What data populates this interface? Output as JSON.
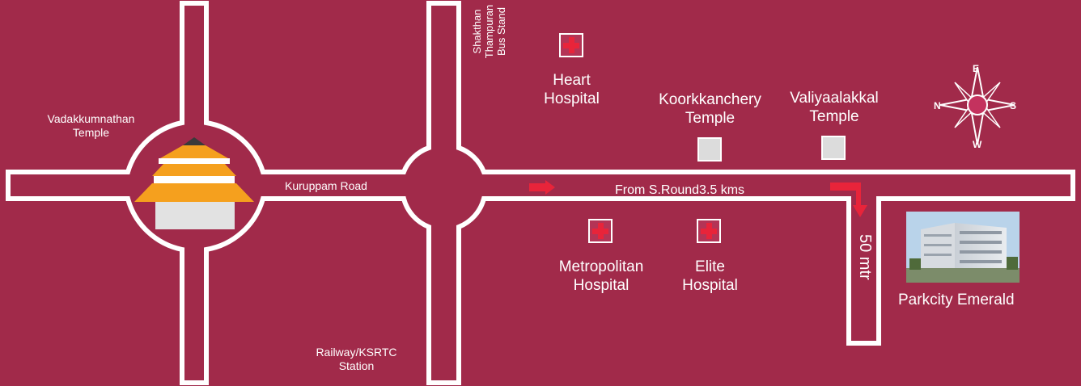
{
  "labels": {
    "vadakkumnathan": [
      "Vadakkumnathan",
      "Temple"
    ],
    "kuruppam_road": "Kuruppam Road",
    "shakthan": [
      "Shakthan",
      "Thampuran",
      "Bus Stand"
    ],
    "heart_hospital": [
      "Heart",
      "Hospital"
    ],
    "koorkkanchery": [
      "Koorkkanchery",
      "Temple"
    ],
    "valiyaalakkal": [
      "Valiyaalakkal",
      "Temple"
    ],
    "from_round": "From S.Round3.5 kms",
    "metropolitan": [
      "Metropolitan",
      "Hospital"
    ],
    "elite": [
      "Elite",
      "Hospital"
    ],
    "fifty_mtr": "50 mtr",
    "parkcity": "Parkcity Emerald",
    "railway": [
      "Railway/KSRTC",
      "Station"
    ]
  },
  "compass": {
    "top": "E",
    "left": "N",
    "right": "S",
    "bottom": "W"
  },
  "colors": {
    "background": "#a12a4a",
    "road_outline": "#ffffff",
    "arrow": "#e8243a",
    "temple_roof": "#f5a01e",
    "compass_center": "#c4325e"
  },
  "icons": {
    "hospital": "red-cross-icon",
    "temple": "temple-icon",
    "landmark": "square-marker-icon",
    "compass": "compass-rose-icon"
  }
}
